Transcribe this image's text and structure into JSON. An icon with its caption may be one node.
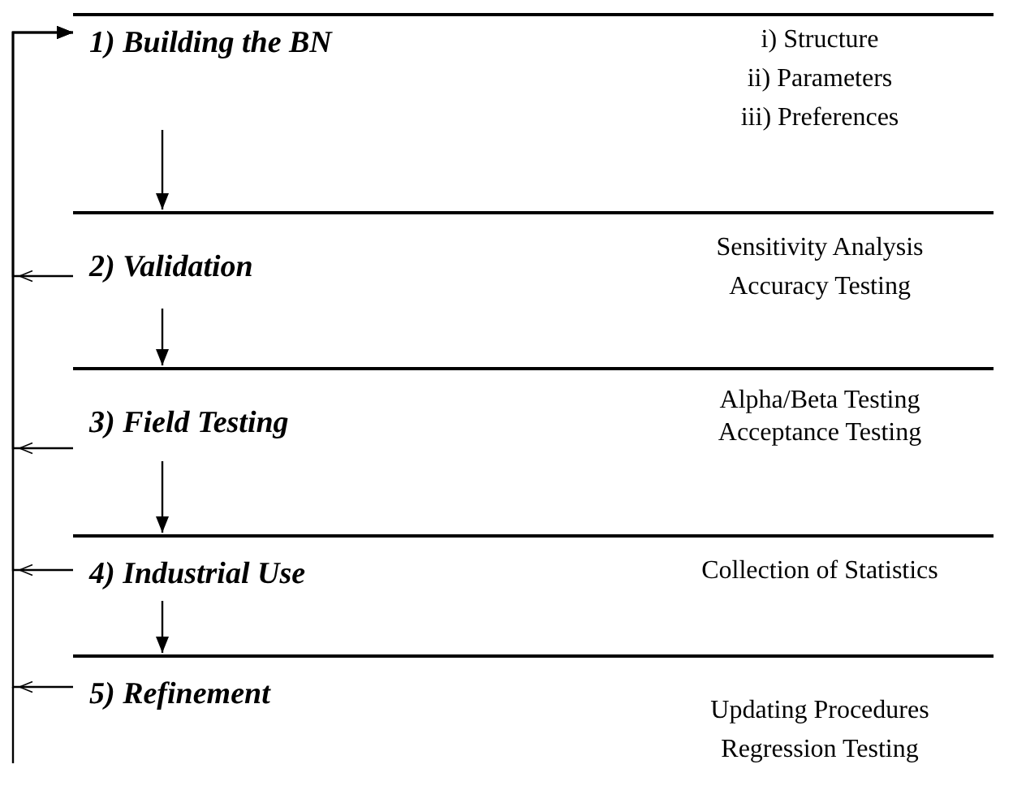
{
  "diagram": {
    "nodes": [
      {
        "text": [
          "1) Building the BN",
          "i) Structure",
          "ii) Parameters",
          "iii) Preferences"
        ]
      },
      {
        "text": [
          "2) Validation",
          "Sensitivity Analysis",
          "Accuracy Testing"
        ]
      },
      {
        "text": [
          "3) Field Testing",
          "Alpha/Beta Testing",
          "Acceptance Testing"
        ]
      },
      {
        "text": [
          "4) Industrial Use",
          "Collection of Statistics"
        ]
      },
      {
        "text": [
          "5) Refinement",
          "Updating Procedures",
          "Regression Testing"
        ]
      }
    ],
    "edges": [
      {
        "from": 0,
        "to": 1,
        "arrow": "to"
      },
      {
        "from": 1,
        "to": 2,
        "arrow": "to"
      },
      {
        "from": 2,
        "to": 3,
        "arrow": "to"
      },
      {
        "from": 3,
        "to": 4,
        "arrow": "to"
      },
      {
        "from": 1,
        "to": 0,
        "arrow": "to"
      },
      {
        "from": 2,
        "to": 0,
        "arrow": "to"
      },
      {
        "from": 3,
        "to": 0,
        "arrow": "to"
      },
      {
        "from": 4,
        "to": 0,
        "arrow": "to"
      }
    ]
  }
}
